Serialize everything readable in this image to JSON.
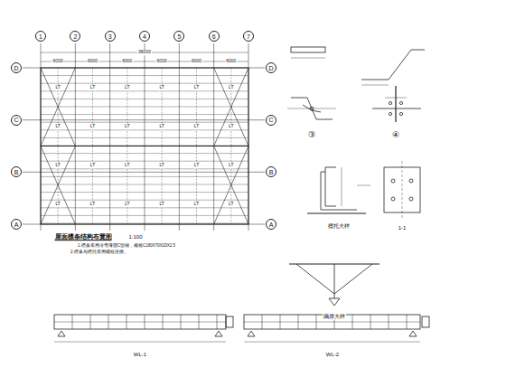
{
  "diagram": {
    "title": "屋面檩条结构布置图",
    "nodes": [
      {
        "text": [
          "1"
        ]
      },
      {
        "text": [
          "2"
        ]
      },
      {
        "text": [
          "3"
        ]
      },
      {
        "text": [
          "4"
        ]
      },
      {
        "text": [
          "5"
        ]
      },
      {
        "text": [
          "6"
        ]
      },
      {
        "text": [
          "7"
        ]
      },
      {
        "text": [
          "D"
        ]
      },
      {
        "text": [
          "C"
        ]
      },
      {
        "text": [
          "B"
        ]
      },
      {
        "text": [
          "A"
        ]
      },
      {
        "text": [
          "D"
        ]
      },
      {
        "text": [
          "C"
        ]
      },
      {
        "text": [
          "B"
        ]
      },
      {
        "text": [
          "A"
        ]
      }
    ],
    "labels": [
      "1:100",
      "1.檩条采用冷弯薄壁C型钢，规格C180X70X20X2.5",
      "2.檩条与檩托采用螺栓连接。",
      "36000",
      "6000",
      "6000",
      "6000",
      "6000",
      "6000",
      "6000",
      "LT",
      "LT",
      "LT",
      "LT",
      "LT",
      "LT",
      "LT",
      "LT",
      "LT",
      "LT",
      "LT",
      "LT",
      "LT",
      "LT",
      "LT",
      "LT",
      "LT",
      "LT",
      "LT",
      "LT",
      "LT",
      "LT",
      "LT",
      "LT",
      "③",
      "④",
      "檩托大样",
      "1-1",
      "隅撑大样",
      "WL-1",
      "WL-2"
    ]
  }
}
